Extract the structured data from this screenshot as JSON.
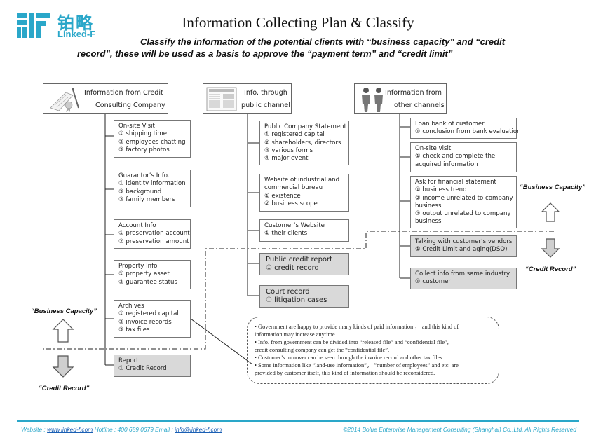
{
  "logo": {
    "chinese": "铂略",
    "english": "Linked-F",
    "color": "#2aa7c9"
  },
  "title": "Information Collecting Plan & Classify",
  "subtitle": {
    "line1": "Classify the information of the potential clients with “business capacity” and “credit",
    "line2": "record”, these will be used as a basis to approve the “payment term” and “credit limit”"
  },
  "columns": [
    {
      "header": [
        "Information from Credit",
        "Consulting Company"
      ],
      "icon": "certificate-pen-icon",
      "boxes": [
        {
          "shaded": false,
          "lines": [
            "On-site Visit",
            "① shipping time",
            "② employees chatting",
            "③ factory photos"
          ]
        },
        {
          "shaded": false,
          "lines": [
            "Guarantor’s Info.",
            "① identity information",
            "③ background",
            "③ family members"
          ]
        },
        {
          "shaded": false,
          "lines": [
            "Account Info",
            "① preservation account",
            "② preservation amount"
          ]
        },
        {
          "shaded": false,
          "lines": [
            "Property Info",
            "① property asset",
            "② guarantee status"
          ]
        },
        {
          "shaded": false,
          "lines": [
            "Archives",
            "① registered capital",
            "② invoice records",
            "③ tax files"
          ]
        },
        {
          "shaded": true,
          "lines": [
            "Report",
            "① Credit Record"
          ]
        }
      ]
    },
    {
      "header": [
        "Info. through",
        "public channel"
      ],
      "icon": "newspaper-icon",
      "boxes": [
        {
          "shaded": false,
          "lines": [
            "Public Company Statement",
            "① registered capital",
            "② shareholders, directors",
            "③ various forms",
            "④ major event"
          ]
        },
        {
          "shaded": false,
          "lines": [
            "Website of industrial and",
            "commercial bureau",
            "① existence",
            "② business scope"
          ]
        },
        {
          "shaded": false,
          "lines": [
            "Customer’s Website",
            "① their clients"
          ]
        },
        {
          "shaded": true,
          "lines": [
            "Public credit report",
            "① credit record"
          ]
        },
        {
          "shaded": true,
          "lines": [
            "Court record",
            "① litigation cases"
          ]
        }
      ]
    },
    {
      "header": [
        "Information from",
        "other channels"
      ],
      "icon": "people-icon",
      "boxes": [
        {
          "shaded": false,
          "lines": [
            "Loan bank of customer",
            "① conclusion from bank evaluation"
          ]
        },
        {
          "shaded": false,
          "lines": [
            "On-site visit",
            "① check and complete the",
            "acquired information"
          ]
        },
        {
          "shaded": false,
          "lines": [
            "Ask for financial statement",
            "① business trend",
            "② income unrelated to company",
            "business",
            "③ output unrelated to company",
            "business"
          ]
        },
        {
          "shaded": true,
          "lines": [
            "Talking with customer’s vendors",
            "① Credit Limit and aging(DSO)"
          ]
        },
        {
          "shaded": true,
          "lines": [
            "Collect info from same industry",
            "① customer"
          ]
        }
      ]
    }
  ],
  "labels": {
    "business_capacity_right": "“Business Capacity”",
    "credit_record_right": "“Credit Record”",
    "business_capacity_left": "“Business Capacity”",
    "credit_record_left": "“Credit Record”"
  },
  "note_lines": [
    "• Government are happy to provide many kinds of paid information ， and this kind of",
    "information may increase anytime.",
    "• Info. from government can be divided into “released file” and “confidential file”,",
    "credit consulting company can get the “confidential file”.",
    "• Customer’s turnover can be seen through the invoice record and other tax files.",
    "• Some information like “land-use information”， ”number of employees” and etc. are",
    "provided by customer itself, this kind of information should be reconsidered."
  ],
  "footer": {
    "website_label": "Website : ",
    "website": "www.linked-f.com",
    "hotline": "  Hotline : 400 689 0679  Email :  ",
    "email": "info@linked-f.com",
    "copyright": "©2014 Bolue Enterprise Management Consulting (Shanghai) Co.,Ltd. All Rights Reserved"
  },
  "colors": {
    "accent": "#2aa7c9",
    "shaded_box": "#d9d9d9",
    "box_border": "#777777"
  }
}
